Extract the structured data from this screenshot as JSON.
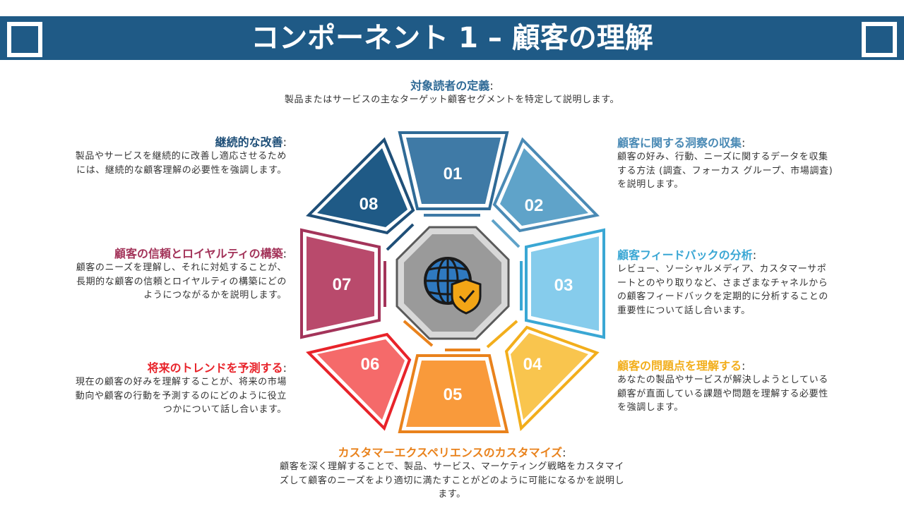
{
  "title": "コンポーネント 1 – 顧客の理解",
  "colors": {
    "banner": "#1f5a86",
    "seg1": "#3f7aa6",
    "seg2": "#5fa3c9",
    "seg3": "#86ccec",
    "seg4": "#f9c54e",
    "seg5": "#f99a3b",
    "seg6": "#f56a6a",
    "seg7": "#b94a6c",
    "seg8": "#1f5a86",
    "center": "#9a9a9a"
  },
  "center_icon": "globe-shield-icon",
  "segments": [
    {
      "number": "01",
      "heading": "対象読者の定義",
      "colon": ":",
      "description": "製品またはサービスの主なターゲット顧客セグメントを特定して説明します。",
      "color": "#2f6a96"
    },
    {
      "number": "02",
      "heading": "顧客に関する洞察の収集",
      "colon": ":",
      "description": "顧客の好み、行動、ニーズに関するデータを収集する方法 (調査、フォーカス グループ、市場調査) を説明します。",
      "color": "#4a8ab5"
    },
    {
      "number": "03",
      "heading": "顧客フィードバックの分析",
      "colon": ":",
      "description": "レビュー、ソーシャルメディア、カスタマーサポートとのやり取りなど、さまざまなチャネルからの顧客フィードバックを定期的に分析することの重要性について話し合います。",
      "color": "#3aa7d4"
    },
    {
      "number": "04",
      "heading": "顧客の問題点を理解する",
      "colon": ":",
      "description": "あなたの製品やサービスが解決しようとしている顧客が直面している課題や問題を理解する必要性を強調します。",
      "color": "#f2ae1c"
    },
    {
      "number": "05",
      "heading": "カスタマーエクスペリエンスのカスタマイズ",
      "colon": ":",
      "description": "顧客を深く理解することで、製品、サービス、マーケティング戦略をカスタマイズして顧客のニーズをより適切に満たすことがどのように可能になるかを説明します。",
      "color": "#e9821c"
    },
    {
      "number": "06",
      "heading": "将来のトレンドを予測する",
      "colon": ":",
      "description": "現在の顧客の好みを理解することが、将来の市場動向や顧客の行動を予測するのにどのように役立つかについて話し合います。",
      "color": "#e8232a"
    },
    {
      "number": "07",
      "heading": "顧客の信頼とロイヤルティの構築",
      "colon": ":",
      "description": "顧客のニーズを理解し、それに対処することが、長期的な顧客の信頼とロイヤルティの構築にどのようにつながるかを説明します。",
      "color": "#a3345a"
    },
    {
      "number": "08",
      "heading": "継続的な改善",
      "colon": ":",
      "description": "製品やサービスを継続的に改善し適応させるためには、継続的な顧客理解の必要性を強調します。",
      "color": "#1f4f78"
    }
  ]
}
